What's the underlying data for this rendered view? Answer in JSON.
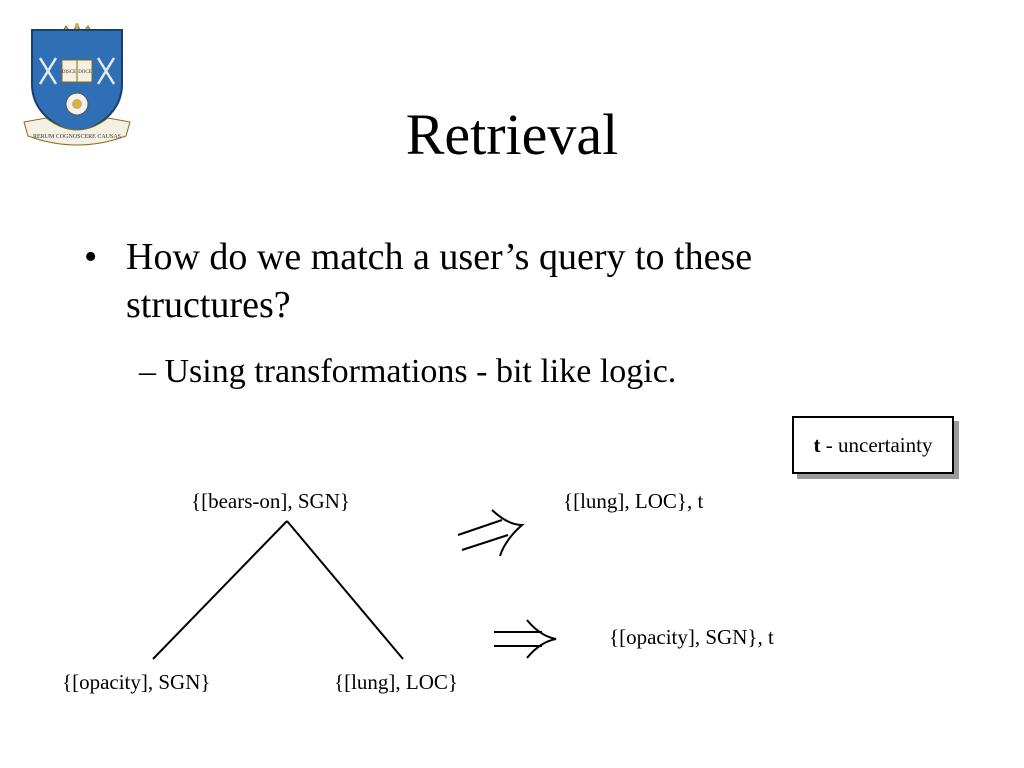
{
  "slide": {
    "title": "Retrieval",
    "bullet_marker": "•",
    "bullet_text": "How do we match a user’s query to these structures?",
    "sub_bullet": "– Using transformations - bit like logic."
  },
  "legend": {
    "symbol": "t",
    "text": " - uncertainty"
  },
  "tree": {
    "root": "{[bears-on], SGN}",
    "left_child": "{[opacity], SGN}",
    "right_child": "{[lung], LOC}"
  },
  "results": {
    "first": "{[lung], LOC}, t",
    "second": "{[opacity], SGN}, t"
  },
  "crest": {
    "scroll_text": "RERUM COGNOSCERE CAUSAS",
    "book_text": "DISCE DOCE",
    "colors": {
      "shield": "#2e6fb5",
      "gold": "#d7b04a",
      "rose": "#f2f2f2"
    }
  }
}
